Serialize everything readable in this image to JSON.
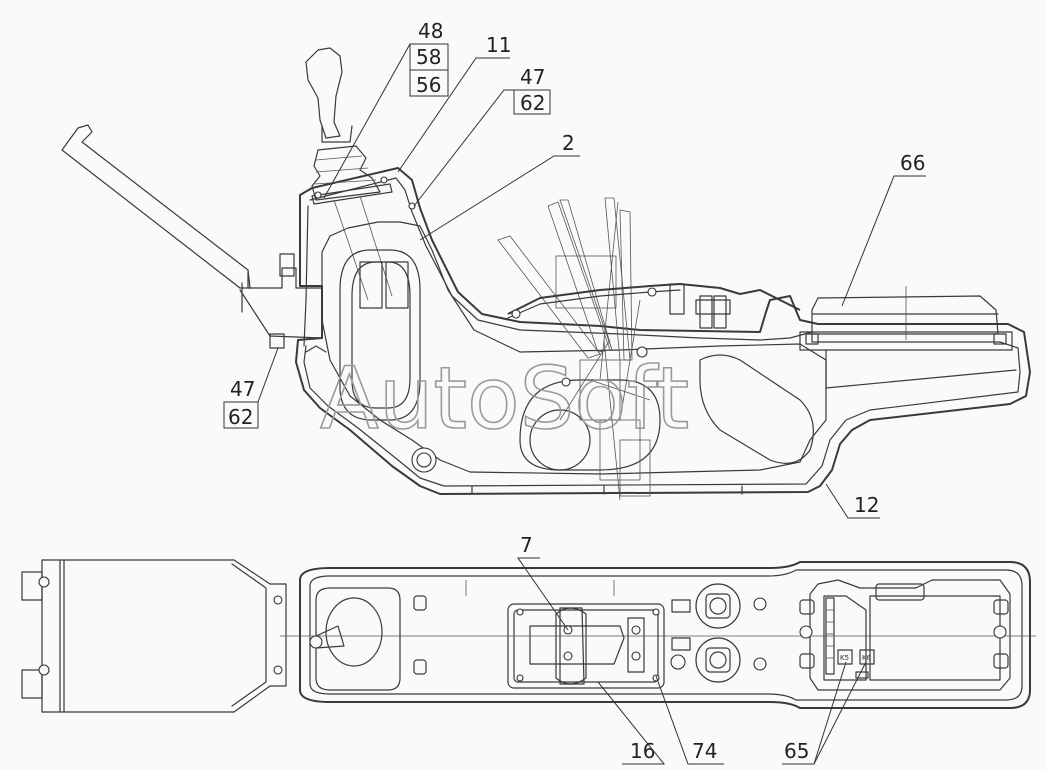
{
  "callouts": {
    "c48": "48",
    "c58": "58",
    "c56": "56",
    "c11": "11",
    "c47_top": "47",
    "c62_top": "62",
    "c2": "2",
    "c66": "66",
    "c47_left": "47",
    "c62_left": "62",
    "c12": "12",
    "c7": "7",
    "c16": "16",
    "c74": "74",
    "c65": "65"
  },
  "connector_labels": {
    "k5": "K5",
    "k6": "K6"
  },
  "watermark": "AutoSoft",
  "colors": {
    "line": "#3a3a3a",
    "watermark": "#9a9a9a",
    "background": "#fafafa"
  }
}
